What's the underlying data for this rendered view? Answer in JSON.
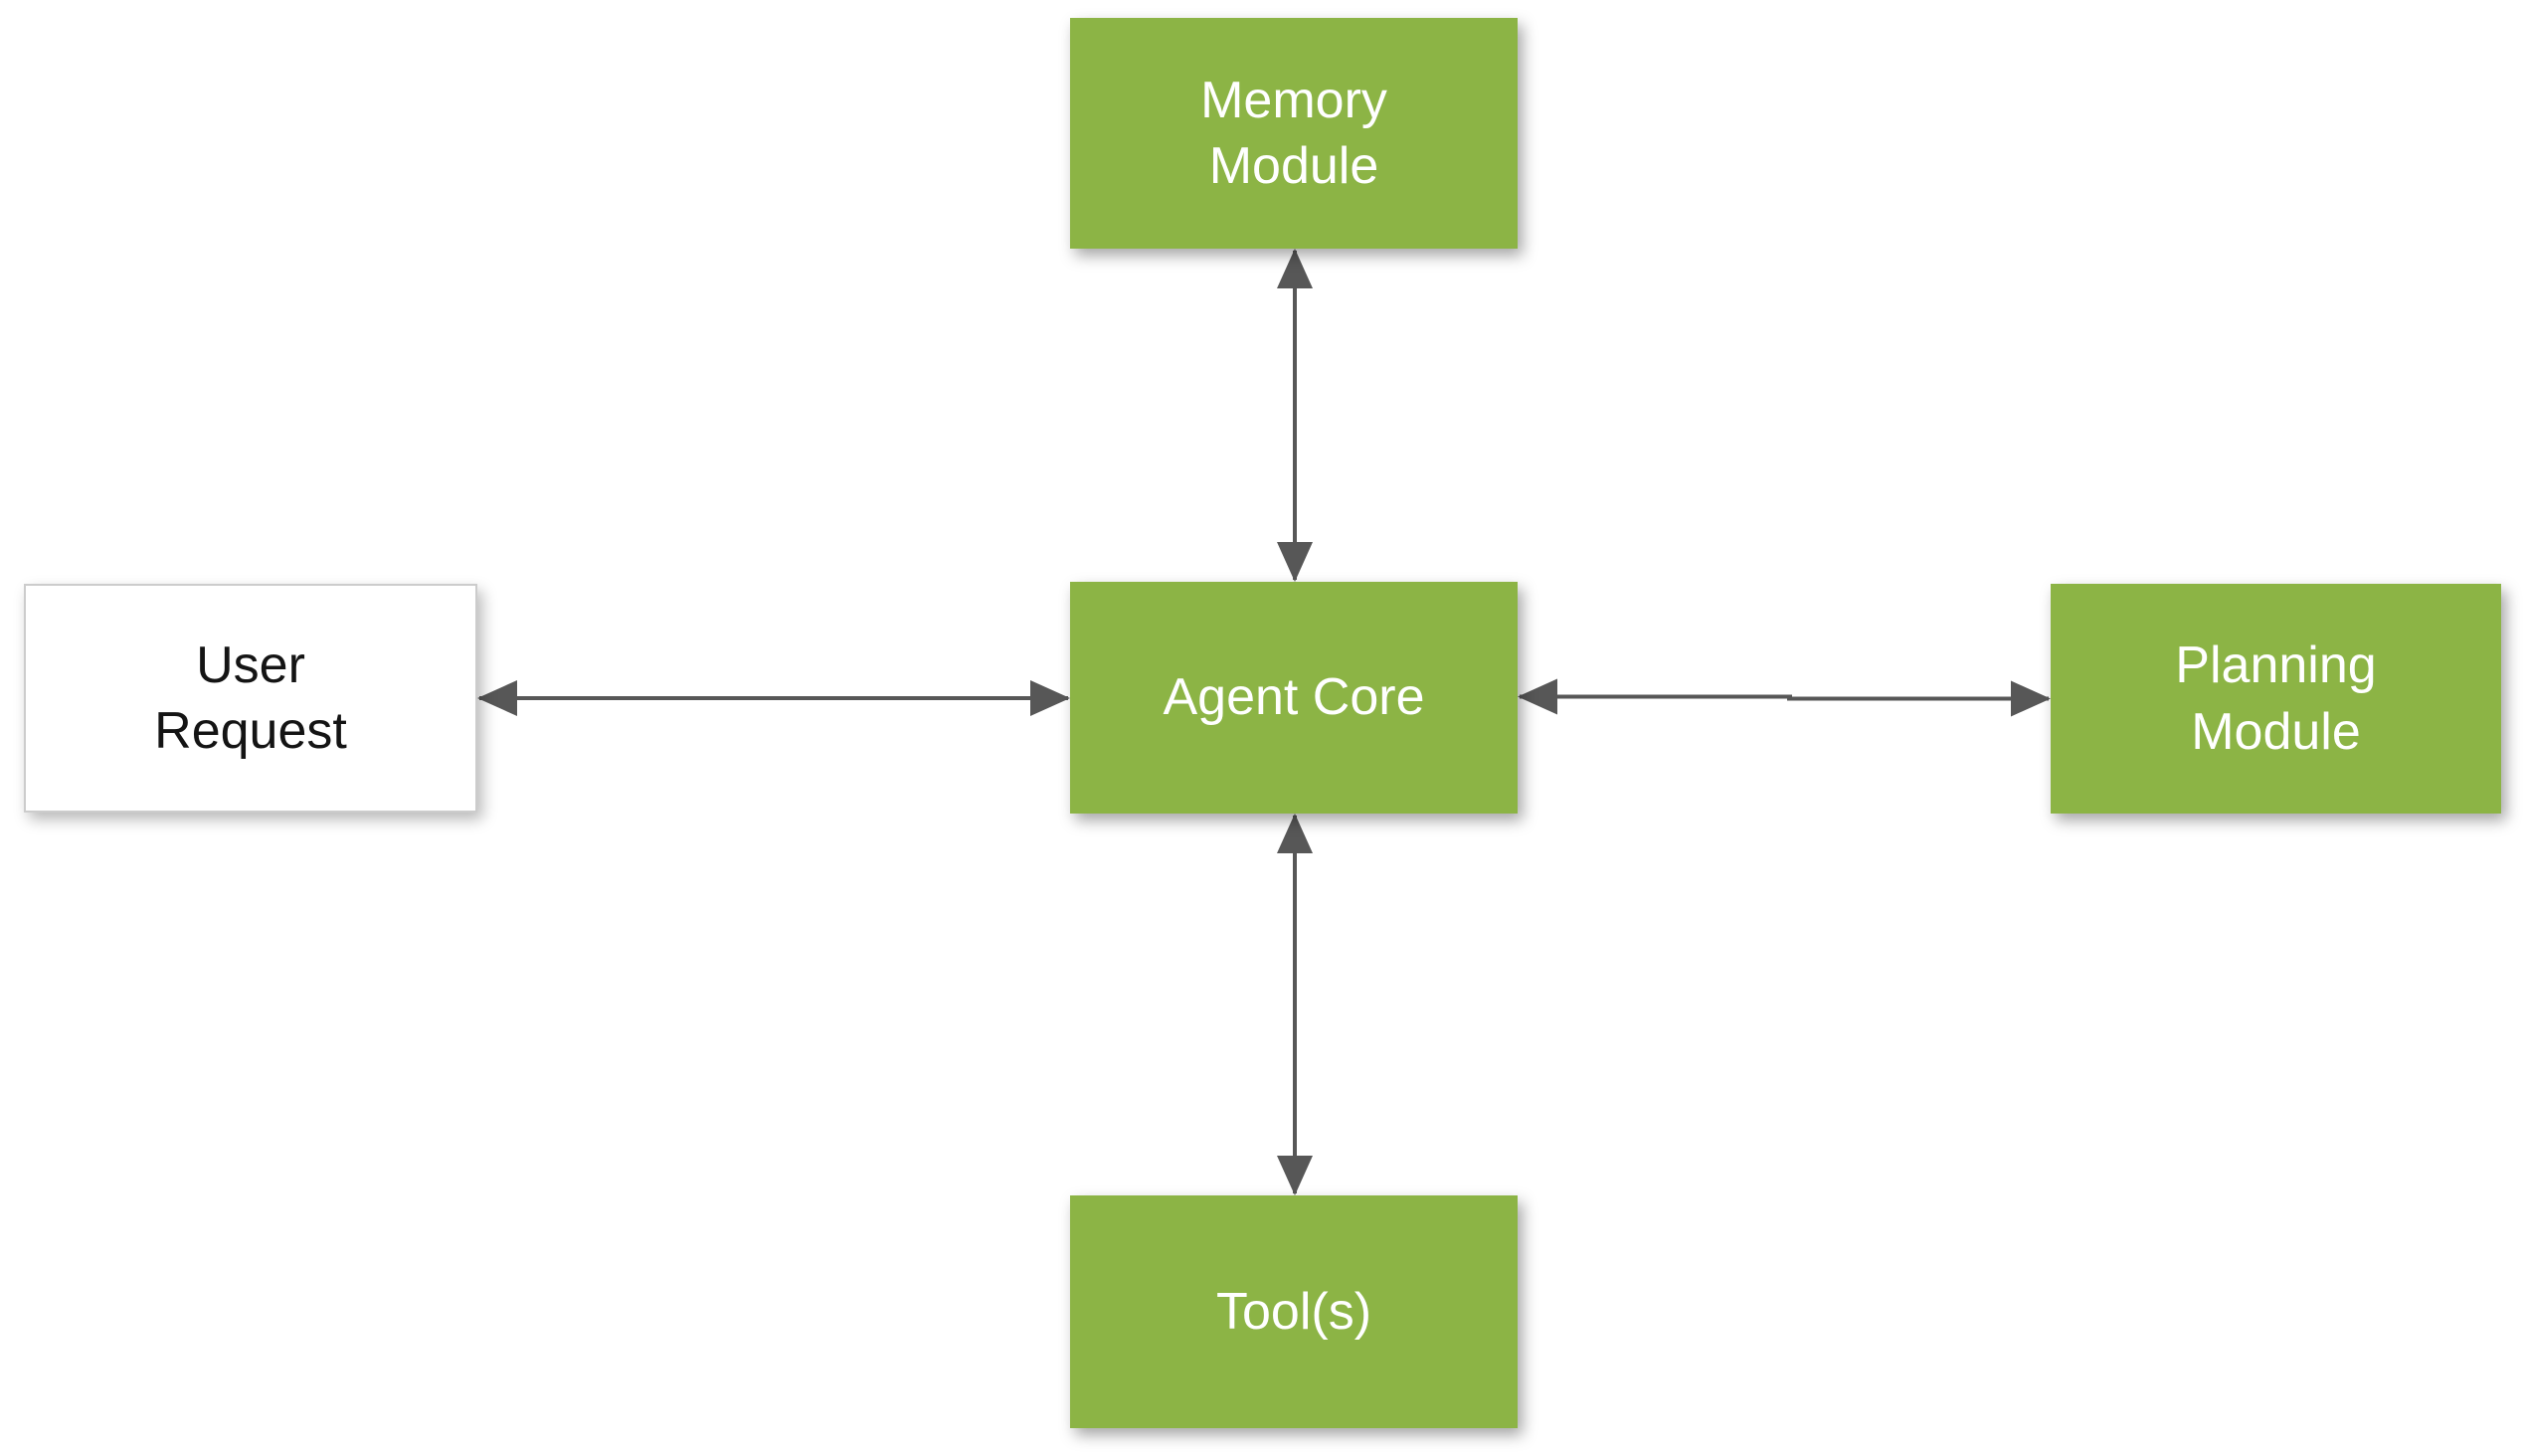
{
  "diagram": {
    "type": "flowchart",
    "background": "#ffffff",
    "colors": {
      "background": "#ffffff",
      "node-fill": "#8CB445",
      "node-text": "#ffffff",
      "arrow-color": "#575757",
      "user-box-fill": "#ffffff",
      "user-box-border": "#cccccc",
      "user-box-text": "#141414"
    },
    "nodes": [
      {
        "id": "memory-module",
        "label": "Memory\nModule",
        "shape": "rectangle",
        "fill": "green"
      },
      {
        "id": "user-request",
        "label": "User\nRequest",
        "shape": "rectangle",
        "fill": "white"
      },
      {
        "id": "agent-core",
        "label": "Agent Core",
        "shape": "rectangle",
        "fill": "green"
      },
      {
        "id": "planning-module",
        "label": "Planning\nModule",
        "shape": "rectangle",
        "fill": "green"
      },
      {
        "id": "tools",
        "label": "Tool(s)",
        "shape": "rectangle",
        "fill": "green"
      }
    ],
    "edges": [
      {
        "from": "agent-core",
        "to": "memory-module",
        "direction": "both",
        "style": "double-headed-arrow"
      },
      {
        "from": "agent-core",
        "to": "user-request",
        "direction": "both",
        "style": "double-headed-arrow"
      },
      {
        "from": "agent-core",
        "to": "planning-module",
        "direction": "both",
        "style": "double-headed-arrow"
      },
      {
        "from": "agent-core",
        "to": "tools",
        "direction": "both",
        "style": "double-headed-arrow"
      }
    ]
  }
}
